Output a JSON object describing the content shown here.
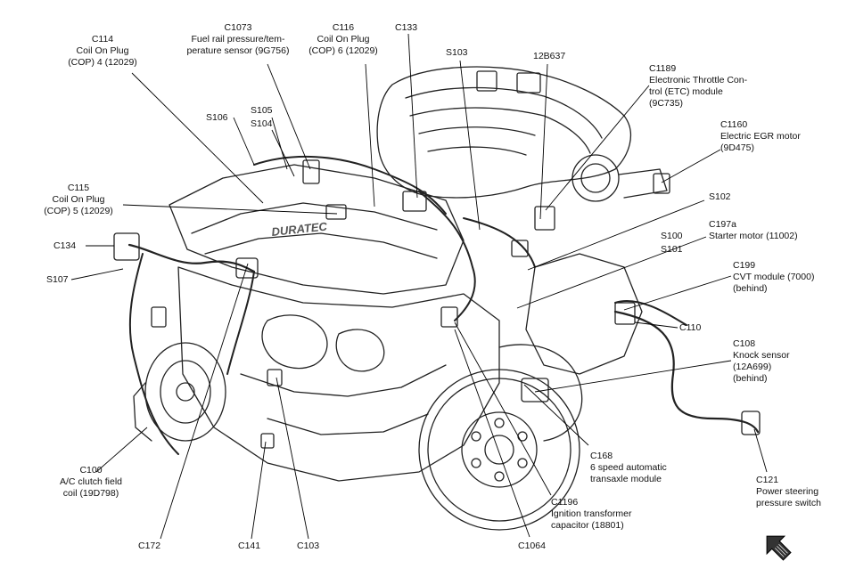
{
  "labels": {
    "c114": "C114\nCoil On Plug\n(COP) 4 (12029)",
    "c1073": "C1073\nFuel rail pressure/tem-\nperature sensor (9G756)",
    "c116": "C116\nCoil On Plug\n(COP) 6 (12029)",
    "c133": "C133",
    "s103": "S103",
    "b12637": "12B637",
    "c1189": "C1189\nElectronic Throttle Con-\ntrol (ETC) module\n(9C735)",
    "s105": "S105",
    "s104": "S104",
    "s106": "S106",
    "c1160": "C1160\nElectric EGR motor\n(9D475)",
    "c115": "C115\nCoil On Plug\n(COP) 5 (12029)",
    "s102": "S102",
    "c197a": "C197a\nStarter motor (11002)",
    "c134": "C134",
    "s100": "S100",
    "s101": "S101",
    "s107": "S107",
    "c199": "C199\nCVT module (7000)\n(behind)",
    "c110": "C110",
    "c108": "C108\nKnock sensor\n(12A699)\n(behind)",
    "c168": "C168\n6 speed automatic\ntransaxle module",
    "c100": "C100\nA/C clutch field\ncoil (19D798)",
    "c121": "C121\nPower steering\npressure switch",
    "c1196": "C1196\nIgnition transformer\ncapacitor (18801)",
    "c172": "C172",
    "c141": "C141",
    "c103": "C103",
    "c1064": "C1064"
  },
  "icons": {
    "direction": "front-direction-arrow-icon"
  }
}
